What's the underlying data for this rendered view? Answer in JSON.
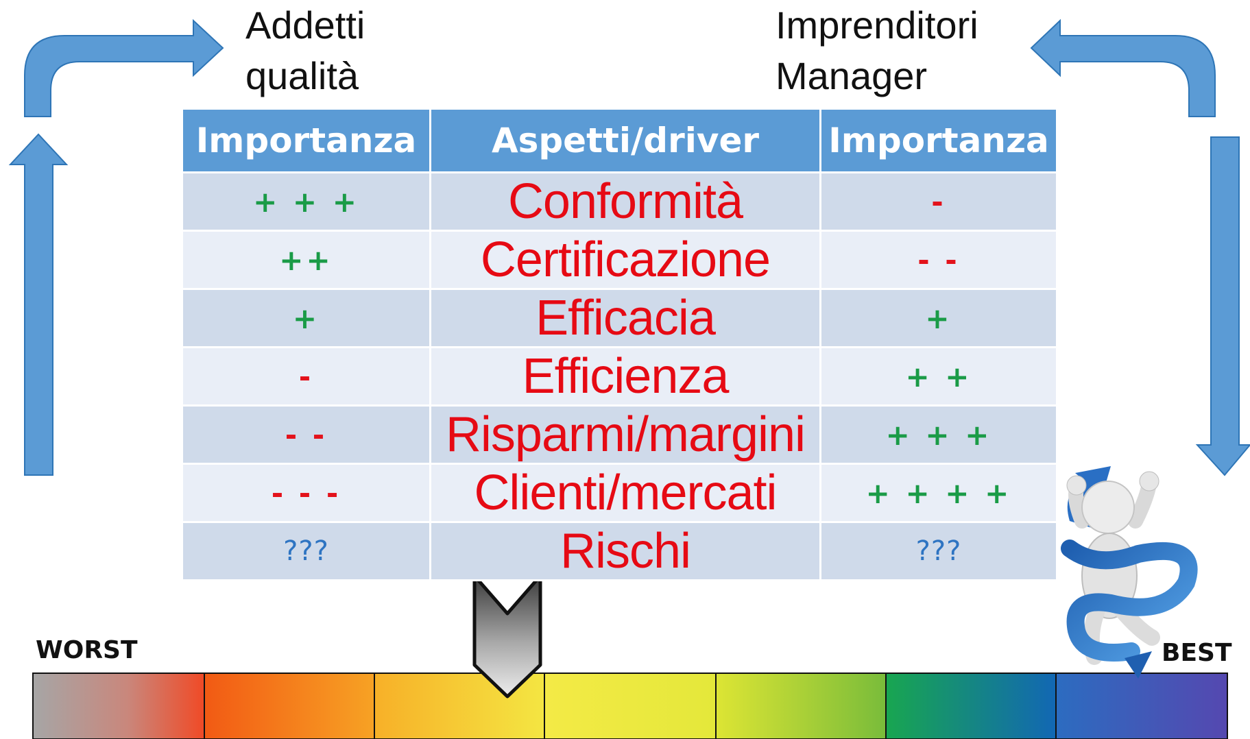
{
  "labels": {
    "left_group_line1": "Addetti",
    "left_group_line2": "qualità",
    "right_group_line1": "Imprenditori",
    "right_group_line2": "Manager"
  },
  "table": {
    "headers": [
      "Importanza",
      "Aspetti/driver",
      "Importanza"
    ],
    "rows": [
      {
        "left": "+ + +",
        "left_tone": "pos",
        "aspect": "Conformità",
        "right": "-",
        "right_tone": "neg"
      },
      {
        "left": "++",
        "left_tone": "pos",
        "aspect": "Certificazione",
        "right": "- -",
        "right_tone": "neg"
      },
      {
        "left": "+",
        "left_tone": "pos",
        "aspect": "Efficacia",
        "right": "+",
        "right_tone": "pos"
      },
      {
        "left": "-",
        "left_tone": "neg",
        "aspect": "Efficienza",
        "right": "+ +",
        "right_tone": "pos"
      },
      {
        "left": "- -",
        "left_tone": "neg",
        "aspect": "Risparmi/margini",
        "right": "+ + +",
        "right_tone": "pos"
      },
      {
        "left": "- - -",
        "left_tone": "neg",
        "aspect": "Clienti/mercati",
        "right": "+ + + +",
        "right_tone": "pos"
      },
      {
        "left": "???",
        "left_tone": "unk",
        "aspect": "Rischi",
        "right": "???",
        "right_tone": "unk"
      }
    ]
  },
  "scale": {
    "worst_label": "WORST",
    "best_label": "BEST",
    "segments": 7,
    "indicator_position_fraction": 0.4
  },
  "colors": {
    "header_blue": "#5b9bd5",
    "row_dark": "#cfdaea",
    "row_light": "#e9eef7",
    "positive": "#1a9b47",
    "negative": "#e3121b",
    "unknown": "#2e74c2",
    "aspect_red": "#e60a14",
    "arrow_blue": "#5b9bd5",
    "arrow_outline": "#2e75b6"
  },
  "icons": {
    "figure": "celebrating-figure-icon",
    "indicator": "down-chevron-indicator-icon"
  }
}
